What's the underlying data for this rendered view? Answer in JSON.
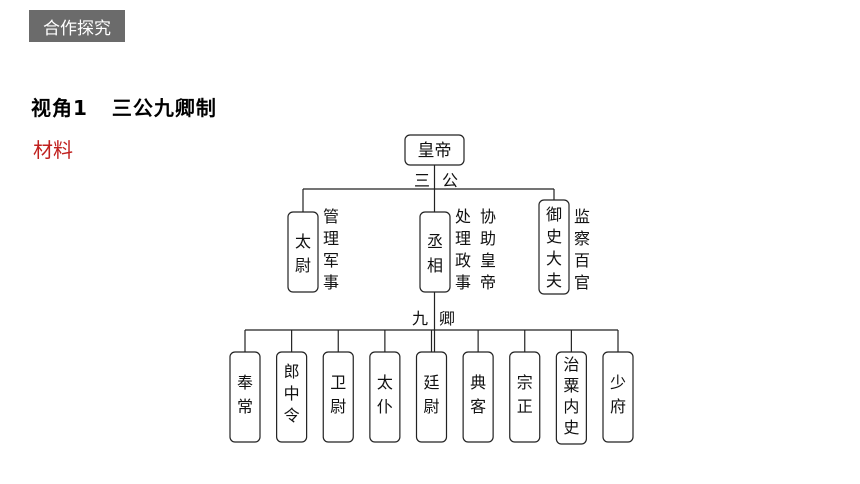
{
  "header": {
    "tag": "合作探究",
    "heading_part1": "视角1",
    "heading_part2": "三公九卿制",
    "material_label": "材料"
  },
  "diagram": {
    "emperor": "皇帝",
    "sangong_label": [
      "三",
      "公"
    ],
    "jiuqing_label": [
      "九",
      "卿"
    ],
    "sangong": [
      {
        "title": "太尉",
        "duty": "管理军事"
      },
      {
        "title": "丞相",
        "duty": "协助皇帝处理政事"
      },
      {
        "title": "御史大夫",
        "duty": "监察百官"
      }
    ],
    "jiuqing": [
      "奉常",
      "郎中令",
      "卫尉",
      "太仆",
      "廷尉",
      "典客",
      "宗正",
      "治粟内史",
      "少府"
    ]
  }
}
